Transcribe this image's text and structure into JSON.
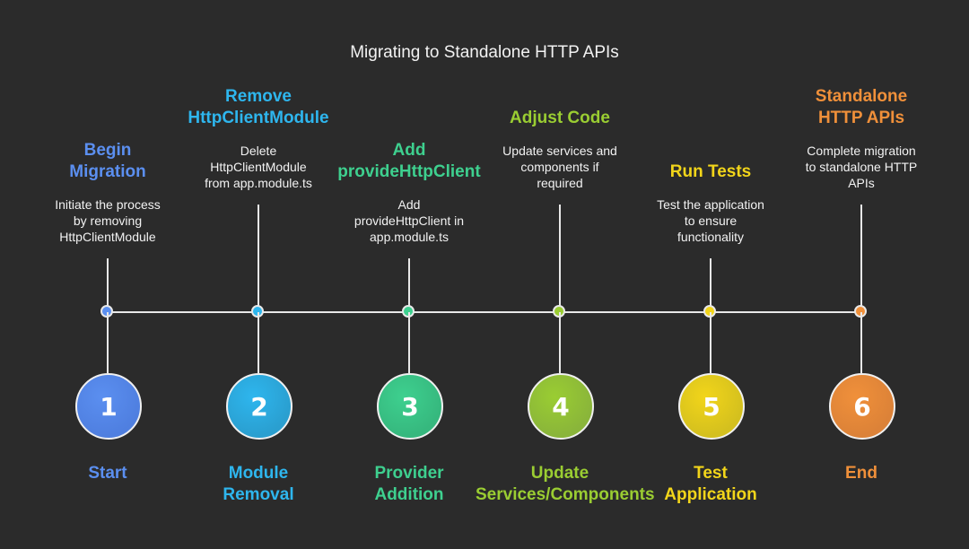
{
  "title": "Migrating to Standalone HTTP APIs",
  "colors": {
    "background": "#2b2b2b",
    "text": "#f2f2f2",
    "line": "#e8e8e8"
  },
  "stages": [
    {
      "number": "1",
      "heading": "Begin\nMigration",
      "description": "Initiate the process\nby removing\nHttpClientModule",
      "label": "Start",
      "color": "#5b8ff0",
      "circle_fill": "#4f7fe0"
    },
    {
      "number": "2",
      "heading": "Remove\nHttpClientModule",
      "description": "Delete\nHttpClientModule\nfrom app.module.ts",
      "label": "Module\nRemoval",
      "color": "#2eb6ee",
      "circle_fill": "#2a9fd0"
    },
    {
      "number": "3",
      "heading": "Add\nprovideHttpClient",
      "description": "Add\nprovideHttpClient in\napp.module.ts",
      "label": "Provider\nAddition",
      "color": "#3ed08f",
      "circle_fill": "#36b87e"
    },
    {
      "number": "4",
      "heading": "Adjust Code",
      "description": "Update services and\ncomponents if\nrequired",
      "label": "Update\nServices/Components",
      "color": "#9acd32",
      "circle_fill": "#8ab53a"
    },
    {
      "number": "5",
      "heading": "Run Tests",
      "description": "Test the application\nto ensure\nfunctionality",
      "label": "Test\nApplication",
      "color": "#f2d51a",
      "circle_fill": "#d4c01e"
    },
    {
      "number": "6",
      "heading": "Standalone\nHTTP APIs",
      "description": "Complete migration\nto standalone HTTP\nAPIs",
      "label": "End",
      "color": "#f0903a",
      "circle_fill": "#dc8238"
    }
  ]
}
